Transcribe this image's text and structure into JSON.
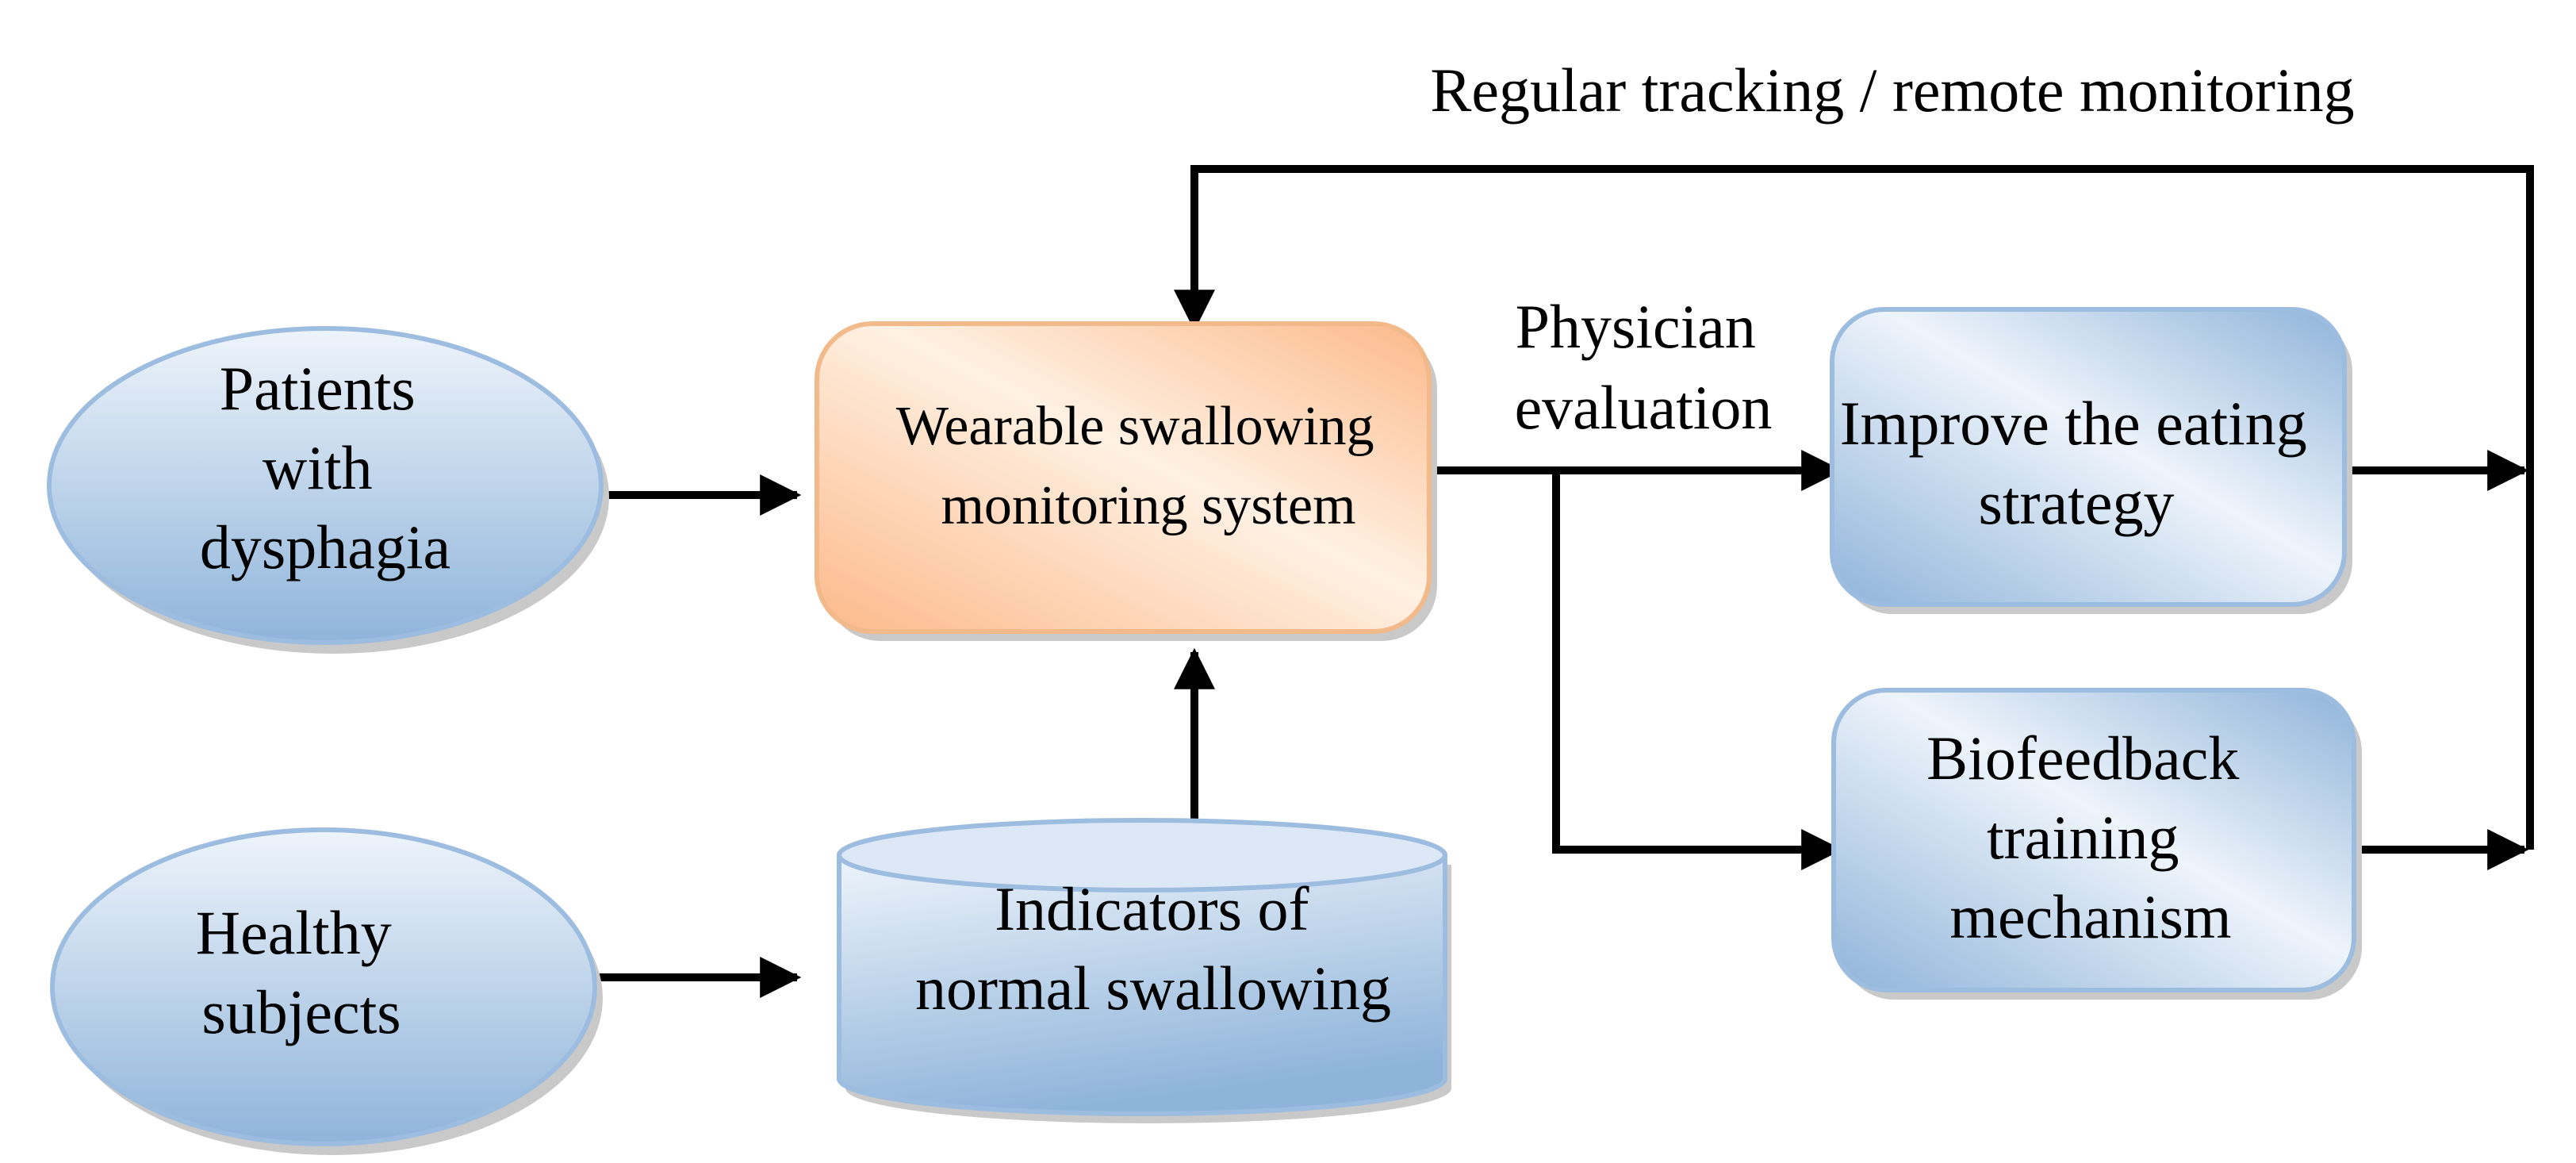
{
  "colors": {
    "line": "#000000",
    "blue_light": "#eef4fb",
    "blue_dark": "#8fb4da",
    "blue_border": "#9dbde0",
    "orange_light": "#fff1e3",
    "orange_dark": "#fcb98a",
    "orange_border": "#f2b98b",
    "shadow": "#c9c9c9"
  },
  "nodes": {
    "patients": {
      "lines": [
        "Patients",
        "with",
        "dysphagia"
      ]
    },
    "healthy": {
      "lines": [
        "Healthy",
        "subjects"
      ]
    },
    "wearable": {
      "lines": [
        "Wearable swallowing",
        "monitoring system"
      ]
    },
    "indicators": {
      "lines": [
        "Indicators of",
        "normal swallowing"
      ]
    },
    "eating": {
      "lines": [
        "Improve the eating",
        "strategy"
      ]
    },
    "biofeedback": {
      "lines": [
        "Biofeedback",
        "training",
        "mechanism"
      ]
    }
  },
  "edges": {
    "tracking_label": "Regular tracking / remote monitoring",
    "physician_label": [
      "Physician",
      "evaluation"
    ]
  }
}
